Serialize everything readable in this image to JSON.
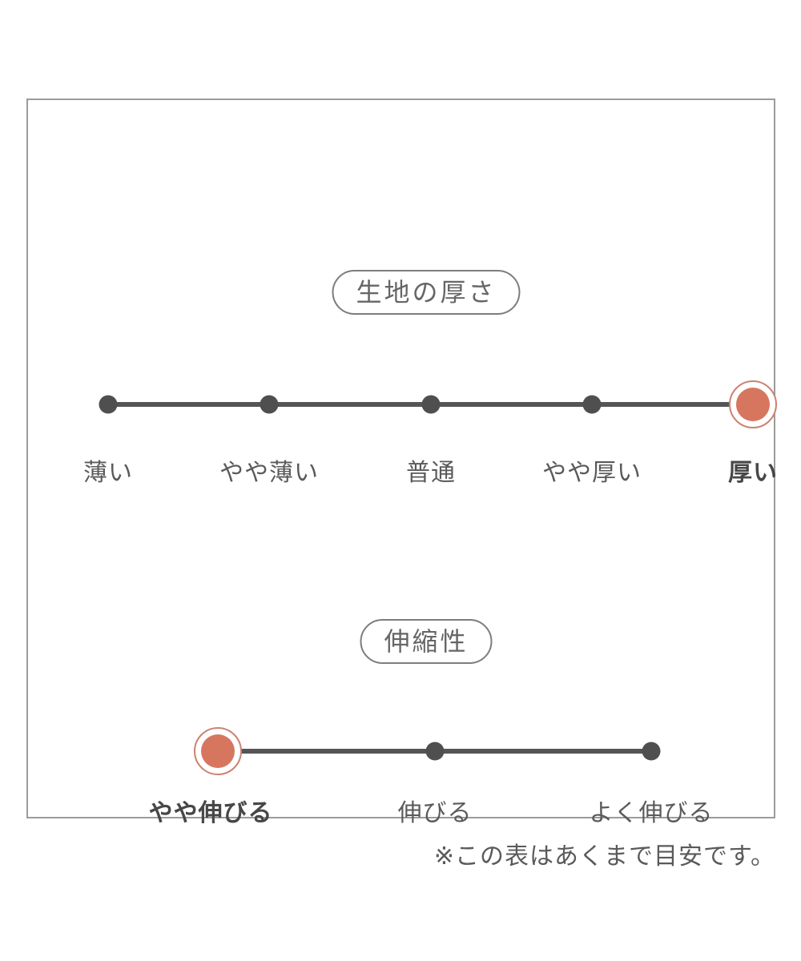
{
  "colors": {
    "panel_border": "#9b9b9b",
    "pill_border": "#7d7d7d",
    "title": "#666666",
    "line": "#555555",
    "dot": "#4f4f4f",
    "selected": "#d7765f",
    "selected_ring": "#cc8270",
    "label": "#5a5a5a",
    "selected_label": "#474747"
  },
  "sections": [
    {
      "title": "生地の厚さ",
      "items": [
        {
          "label": "薄い",
          "selected": false
        },
        {
          "label": "やや薄い",
          "selected": false
        },
        {
          "label": "普通",
          "selected": false
        },
        {
          "label": "やや厚い",
          "selected": false
        },
        {
          "label": "厚い",
          "selected": true
        }
      ]
    },
    {
      "title": "伸縮性",
      "items": [
        {
          "label": "やや伸びる",
          "selected": true
        },
        {
          "label": "伸びる",
          "selected": false
        },
        {
          "label": "よく伸びる",
          "selected": false
        }
      ]
    }
  ],
  "footnote": "※この表はあくまで目安です。",
  "chart_data": [
    {
      "type": "line",
      "title": "生地の厚さ",
      "categories": [
        "薄い",
        "やや薄い",
        "普通",
        "やや厚い",
        "厚い"
      ],
      "selected_index": 4,
      "selected_label": "厚い",
      "scale_points": 5,
      "legend_position": "none",
      "grid": false
    },
    {
      "type": "line",
      "title": "伸縮性",
      "categories": [
        "やや伸びる",
        "伸びる",
        "よく伸びる"
      ],
      "selected_index": 0,
      "selected_label": "やや伸びる",
      "scale_points": 3,
      "legend_position": "none",
      "grid": false
    }
  ]
}
